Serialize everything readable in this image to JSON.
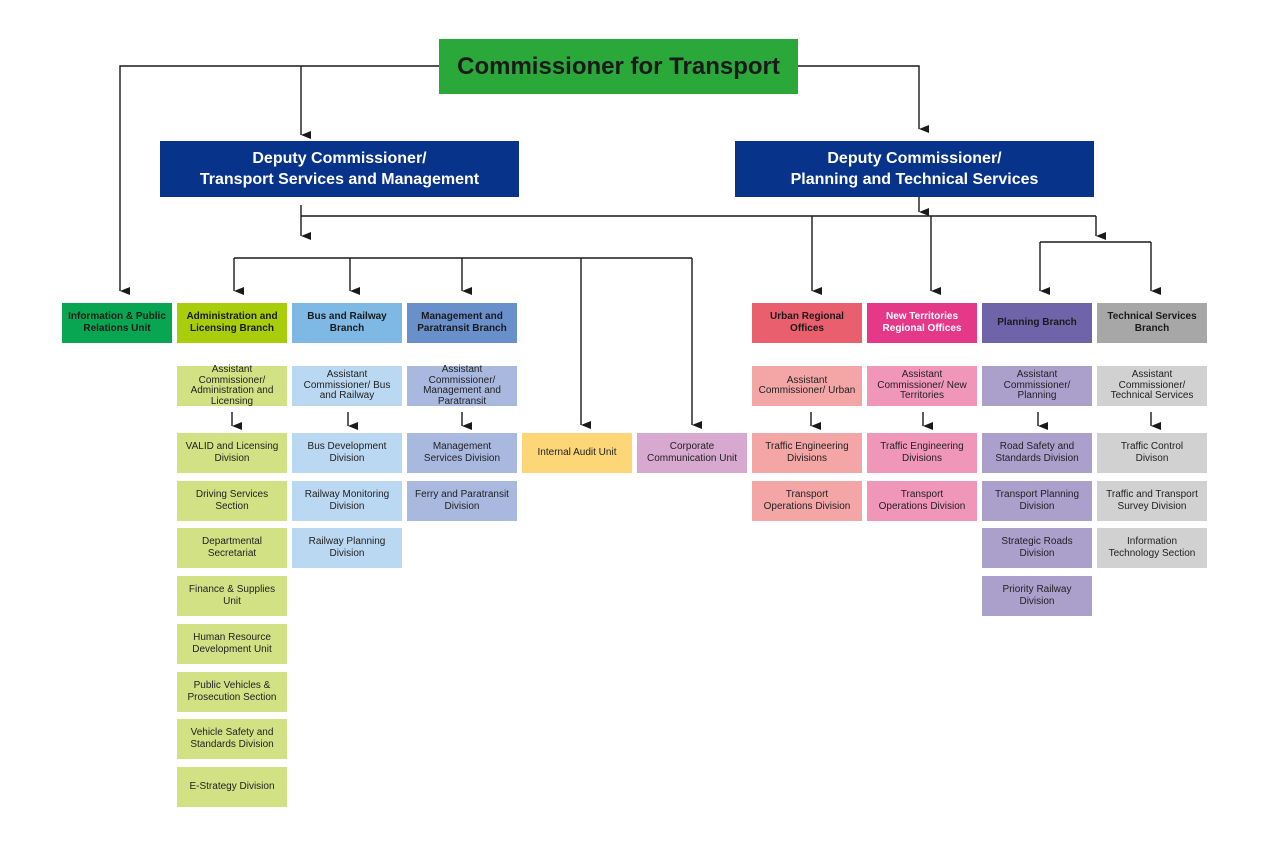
{
  "title": "Commissioner for Transport",
  "colors": {
    "top": "#2aa83a",
    "deputy": "#07338a",
    "info": "#08a552",
    "admin": "#a9cd0a",
    "admin_light": "#d3e185",
    "bus": "#7eb8e5",
    "bus_light": "#bbd8f2",
    "mgmt": "#6a90cc",
    "mgmt_light": "#a9b8df",
    "audit": "#fcd677",
    "corporate": "#d7a9d0",
    "urban": "#ea5f6e",
    "urban_light": "#f4a6a7",
    "nt": "#e63889",
    "nt_light": "#f097b9",
    "planning": "#6f64aa",
    "planning_light": "#ab9fcc",
    "technical": "#a7a7a7",
    "technical_light": "#d1d1d1"
  },
  "deputies": {
    "left": {
      "line1": "Deputy Commissioner/",
      "line2": "Transport Services and Management"
    },
    "right": {
      "line1": "Deputy Commissioner/",
      "line2": "Planning and Technical Services"
    }
  },
  "units": {
    "info": "Information & Public Relations Unit",
    "audit": "Internal Audit Unit",
    "corporate": "Corporate Communication Unit"
  },
  "branches": [
    {
      "key": "admin",
      "name": "Administration and Licensing Branch",
      "assistant": "Assistant Commissioner/ Administration and Licensing",
      "divisions": [
        "VALID and Licensing Division",
        "Driving Services Section",
        "Departmental Secretariat",
        "Finance & Supplies Unit",
        "Human Resource Development Unit",
        "Public Vehicles & Prosecution Section",
        "Vehicle Safety and Standards Division",
        "E-Strategy Division"
      ]
    },
    {
      "key": "bus",
      "name": "Bus and Railway Branch",
      "assistant": "Assistant Commissioner/ Bus and Railway",
      "divisions": [
        "Bus Development Division",
        "Railway Monitoring Division",
        "Railway Planning Division"
      ]
    },
    {
      "key": "mgmt",
      "name": "Management and Paratransit Branch",
      "assistant": "Assistant Commissioner/ Management and Paratransit",
      "divisions": [
        "Management Services Division",
        "Ferry and Paratransit Division"
      ]
    },
    {
      "key": "urban",
      "name": "Urban Regional Offices",
      "assistant": "Assistant Commissioner/ Urban",
      "divisions": [
        "Traffic Engineering Divisions",
        "Transport Operations Division"
      ]
    },
    {
      "key": "nt",
      "name": "New Territories Regional Offices",
      "assistant": "Assistant Commissioner/ New Territories",
      "divisions": [
        "Traffic Engineering Divisions",
        "Transport Operations Division"
      ]
    },
    {
      "key": "planning",
      "name": "Planning Branch",
      "assistant": "Assistant Commissioner/ Planning",
      "divisions": [
        "Road Safety and Standards Division",
        "Transport Planning Division",
        "Strategic Roads Division",
        "Priority Railway Division"
      ]
    },
    {
      "key": "technical",
      "name": "Technical Services Branch",
      "assistant": "Assistant Commissioner/ Technical Services",
      "divisions": [
        "Traffic Control Divison",
        "Traffic and Transport Survey Division",
        "Information Technology Section"
      ]
    }
  ]
}
